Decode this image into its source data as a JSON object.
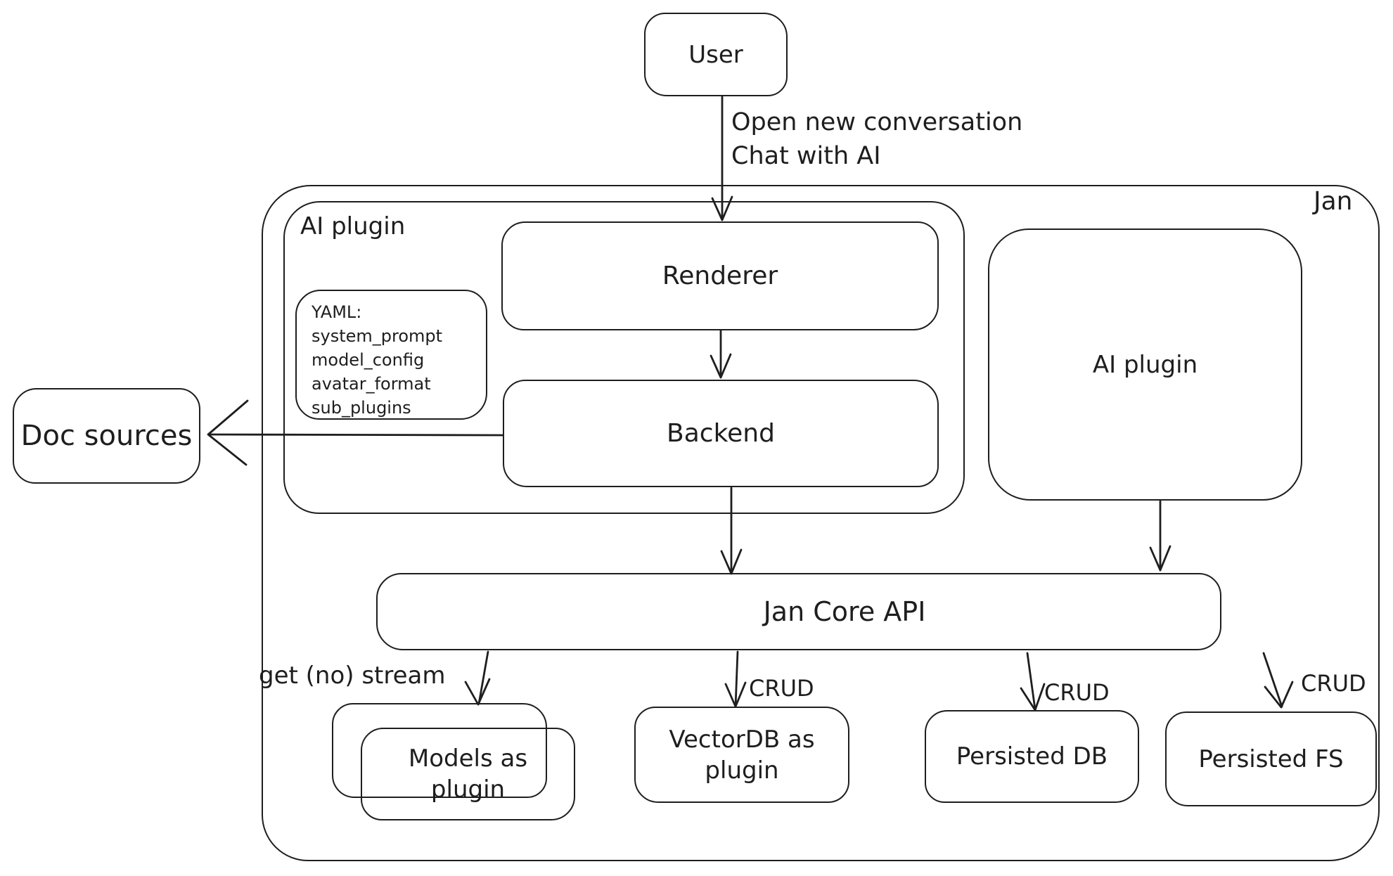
{
  "colors": {
    "stroke": "#1e1e1e",
    "background": "#ffffff"
  },
  "nodes": {
    "user": "User",
    "jan": "Jan",
    "ai_plugin_left": "AI plugin",
    "renderer": "Renderer",
    "backend": "Backend",
    "ai_plugin_right": "AI plugin",
    "doc_sources": "Doc sources",
    "core_api": "Jan Core API",
    "models": "Models as plugin",
    "vectordb": "VectorDB as plugin",
    "persisted_db": "Persisted DB",
    "persisted_fs": "Persisted FS"
  },
  "yaml_note": {
    "title": "YAML:",
    "lines": [
      "system_prompt",
      "model_config",
      "avatar_format",
      "sub_plugins"
    ]
  },
  "edge_labels": {
    "user_action_line1": "Open new conversation",
    "user_action_line2": "Chat with AI",
    "get_stream": "get (no) stream",
    "crud": [
      "CRUD",
      "CRUD",
      "CRUD"
    ]
  }
}
